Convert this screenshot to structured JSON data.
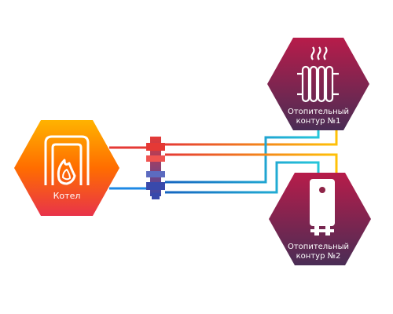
{
  "boiler": {
    "label": "Котел",
    "icon": "boiler-flame-icon"
  },
  "circuits": [
    {
      "line1": "Отопительный",
      "line2": "контур  №1",
      "icon": "radiator-icon"
    },
    {
      "line1": "Отопительный",
      "line2": "контур  №2",
      "icon": "water-heater-icon"
    }
  ],
  "colors": {
    "hot": "#e53935",
    "cold": "#1e88e5",
    "supply1": "#ffc107",
    "return": "#00bcd4",
    "boiler_gradient": [
      "#ffb300",
      "#ff6d00",
      "#e53935"
    ],
    "circuit_gradient": [
      "#c2185b",
      "#7b1e3a",
      "#5d2a4e"
    ]
  }
}
